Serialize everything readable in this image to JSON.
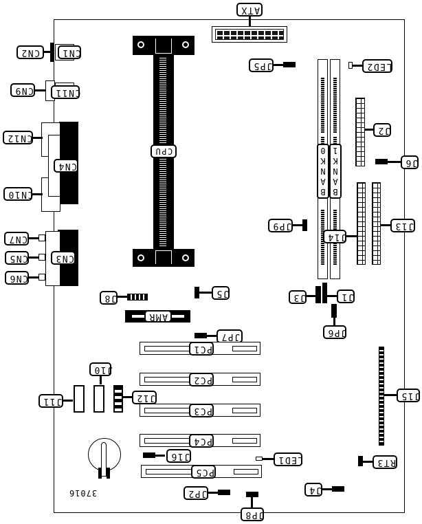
{
  "diagram": {
    "type": "motherboard-layout",
    "orientation": "rotated-180",
    "part_number": "37016",
    "labels": {
      "atx": "ATX",
      "cpu": "CPU",
      "amr": "AMR",
      "bank0": [
        "B",
        "A",
        "N",
        "K",
        "0"
      ],
      "bank1": [
        "B",
        "A",
        "N",
        "K",
        "1"
      ],
      "cn1": "CN1",
      "cn2": "CN2",
      "cn3": "CN3",
      "cn4": "CN4",
      "cn5": "CN5",
      "cn6": "CN6",
      "cn7": "CN7",
      "cn9": "CN9",
      "cn10": "CN10",
      "cn11": "CN11",
      "cn12": "CN12",
      "j1": "J1",
      "j2": "J2",
      "j3": "J3",
      "j4": "J4",
      "j5": "J5",
      "j6": "J6",
      "j8": "J8",
      "j10": "J10",
      "j11": "J11",
      "j12": "J12",
      "j13": "J13",
      "j14": "J14",
      "j15": "J15",
      "j16": "J16",
      "jp2": "JP2",
      "jp5": "JP5",
      "jp6": "JP6",
      "jp7": "JP7",
      "jp8": "JP8",
      "jp9": "JP9",
      "led1": "LED1",
      "led2": "LED2",
      "rt3": "RT3",
      "pc1": "PC1",
      "pc2": "PC2",
      "pc3": "PC3",
      "pc4": "PC4",
      "pc5": "PC5"
    }
  }
}
